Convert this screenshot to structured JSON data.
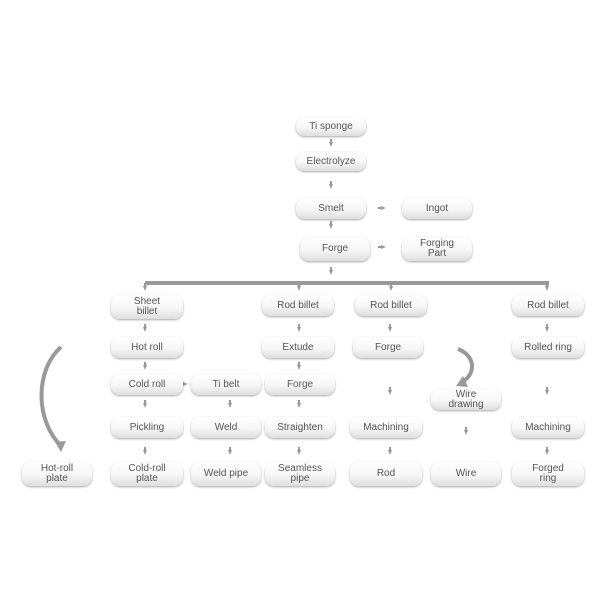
{
  "diagram": {
    "nodes": {
      "ti_sponge": "Ti sponge",
      "electrolyze": "Electrolyze",
      "smelt": "Smelt",
      "ingot": "Ingot",
      "forge_main": "Forge",
      "forging_part": "Forging\nPart",
      "sheet_billet": "Sheet\nbillet",
      "hot_roll": "Hot roll",
      "cold_roll": "Cold roll",
      "pickling": "Pickling",
      "cold_roll_plate": "Cold-roll\nplate",
      "hot_roll_plate": "Hot-roll\nplate",
      "ti_belt": "Ti belt",
      "weld": "Weld",
      "weld_pipe": "Weld pipe",
      "rod_billet_1": "Rod billet",
      "extude": "Extude",
      "forge_2": "Forge",
      "straighten": "Straighten",
      "seamless_pipe": "Seamless\npipe",
      "rod_billet_2": "Rod billet",
      "forge_3": "Forge",
      "machining_1": "Machining",
      "rod": "Rod",
      "wire_drawing": "Wire\ndrawing",
      "wire": "Wire",
      "rod_billet_3": "Rod billet",
      "rolled_ring": "Rolled ring",
      "machining_2": "Machining",
      "forged_ring": "Forged\nring"
    }
  }
}
